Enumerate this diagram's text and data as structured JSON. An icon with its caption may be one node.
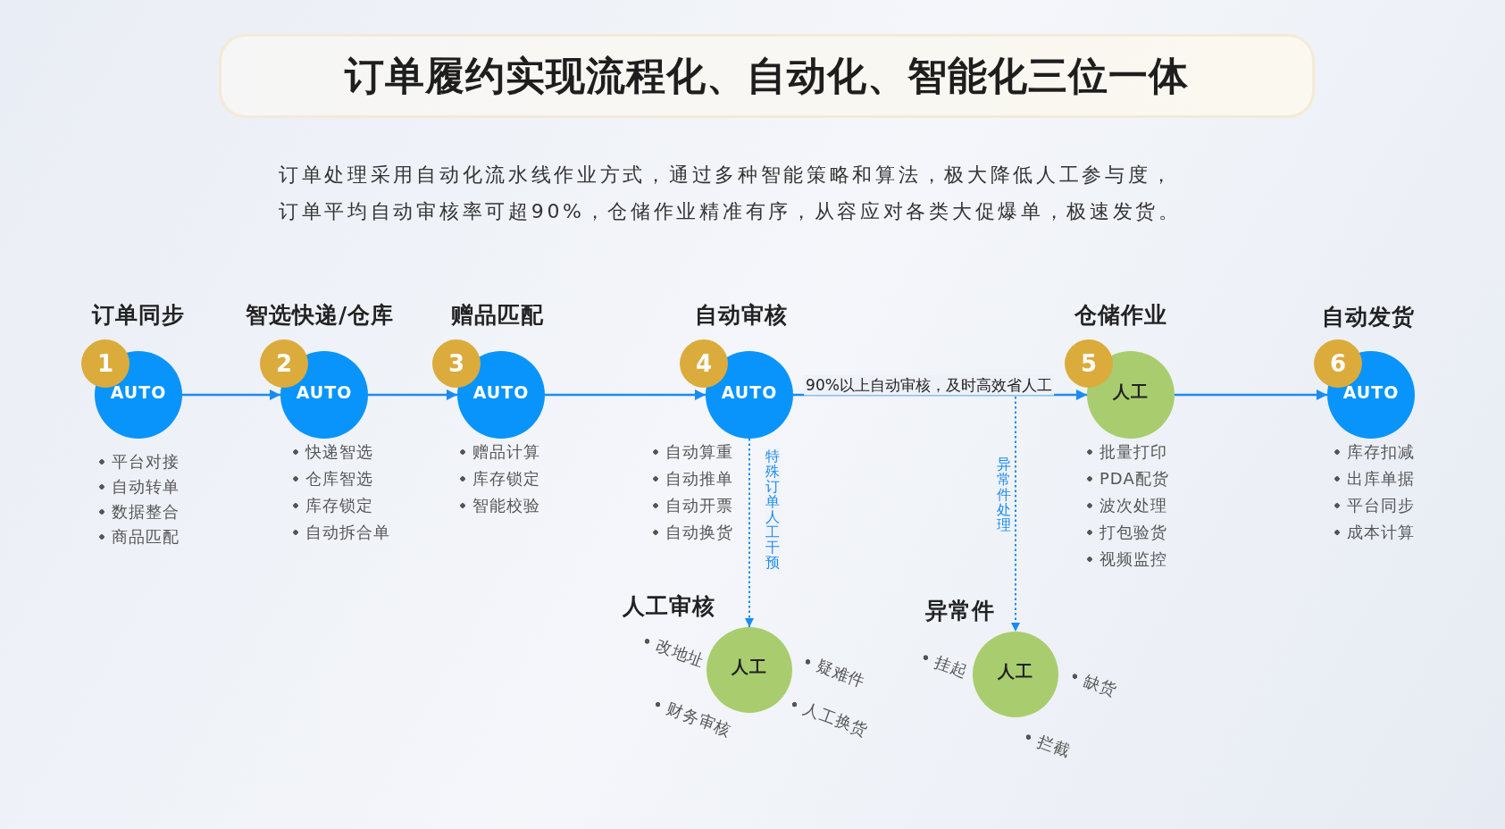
{
  "diagram": {
    "title": "订单履约实现流程化、自动化、智能化三位一体",
    "nodes": [
      {
        "text": [
          "订单同步",
          "AUTO"
        ],
        "beside": [
          "平台对接",
          "自动转单",
          "数据整合",
          "商品匹配"
        ]
      },
      {
        "text": [
          "1"
        ]
      },
      {
        "text": [
          "智选快递/仓库",
          "AUTO"
        ],
        "beside": [
          "快递智选",
          "仓库智选",
          "库存锁定",
          "自动拆合单"
        ]
      },
      {
        "text": [
          "2"
        ]
      },
      {
        "text": [
          "赠品匹配",
          "AUTO"
        ],
        "beside": [
          "赠品计算",
          "库存锁定",
          "智能校验"
        ]
      },
      {
        "text": [
          "3"
        ]
      },
      {
        "text": [
          "自动审核",
          "AUTO"
        ],
        "beside": [
          "自动算重",
          "自动推单",
          "自动开票",
          "自动换货"
        ]
      },
      {
        "text": [
          "4"
        ]
      },
      {
        "text": [
          "仓储作业",
          "人工"
        ],
        "beside": [
          "批量打印",
          "PDA配货",
          "波次处理",
          "打包验货",
          "视频监控"
        ]
      },
      {
        "text": [
          "5"
        ]
      },
      {
        "text": [
          "自动发货",
          "AUTO"
        ],
        "beside": [
          "库存扣减",
          "出库单据",
          "平台同步",
          "成本计算"
        ]
      },
      {
        "text": [
          "6"
        ]
      },
      {
        "text": [
          "人工审核",
          "人工"
        ],
        "beside": [
          "改地址",
          "疑难件",
          "财务审核",
          "人工换货"
        ]
      },
      {
        "text": [
          "异常件",
          "人工"
        ],
        "beside": [
          "挂起",
          "缺货",
          "拦截"
        ]
      }
    ],
    "edges": [
      {
        "from": 0,
        "to": 2,
        "arrow": "to"
      },
      {
        "from": 2,
        "to": 4,
        "arrow": "to"
      },
      {
        "from": 4,
        "to": 6,
        "arrow": "to"
      },
      {
        "from": 6,
        "to": 8,
        "arrow": "to",
        "label": "90%以上自动审核，及时高效省人工"
      },
      {
        "from": 8,
        "to": 10,
        "arrow": "to"
      },
      {
        "from": 6,
        "to": 12,
        "arrow": "to",
        "style": "dashed",
        "label": "特殊订单人工干预"
      },
      {
        "from": null,
        "to": 13,
        "arrow": "to",
        "style": "dashed",
        "label": "异常件处理"
      }
    ],
    "labels": [
      "订单处理采用自动化流水线作业方式，通过多种智能策略和算法，极大降低人工参与度，",
      "订单平均自动审核率可超90%，仓储作业精准有序，从容应对各类大促爆单，极速发货。"
    ]
  }
}
